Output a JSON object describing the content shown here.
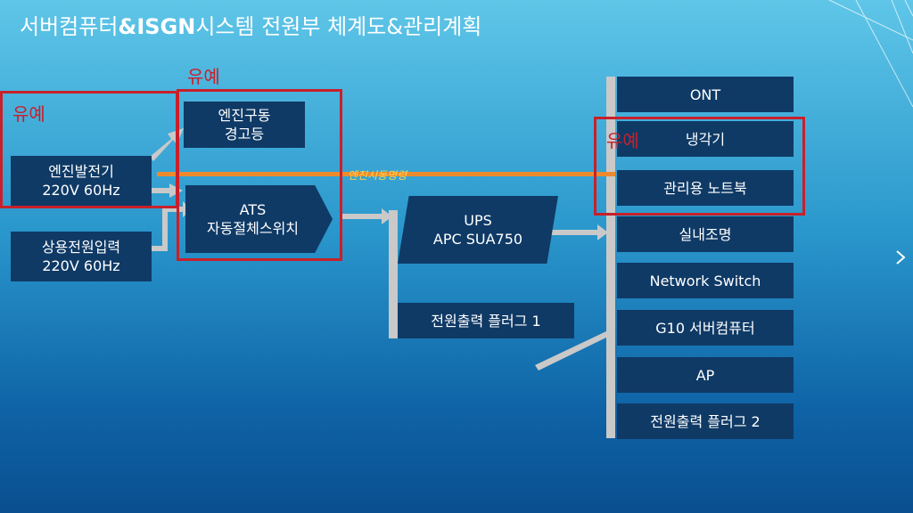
{
  "title": {
    "part1": "서버컴퓨터",
    "part2": "&ISGN",
    "part3": "시스템 전원부 체계도&관리계획"
  },
  "colors": {
    "box": "#0f3a66",
    "red": "#c8202b",
    "orange": "#ee8a2e",
    "connector": "#c9c9c9"
  },
  "left": {
    "engine_gen": {
      "line1": "엔진발전기",
      "line2": "220V 60Hz"
    },
    "commercial": {
      "line1": "상용전원입력",
      "line2": "220V 60Hz"
    },
    "engine_warning": {
      "line1": "엔진구동",
      "line2": "경고등"
    },
    "ats": {
      "line1": "ATS",
      "line2": "자동절체스위치"
    }
  },
  "middle": {
    "ups": {
      "line1": "UPS",
      "line2": "APC SUA750"
    },
    "plug1": "전원출력 플러그 1"
  },
  "engine_command": "엔진시동명령",
  "loads": [
    "ONT",
    "냉각기",
    "관리용 노트북",
    "실내조명",
    "Network Switch",
    "G10 서버컴퓨터",
    "AP",
    "전원출력 플러그 2"
  ],
  "remarks": {
    "left": "유예",
    "top": "유예",
    "right": "유예"
  }
}
